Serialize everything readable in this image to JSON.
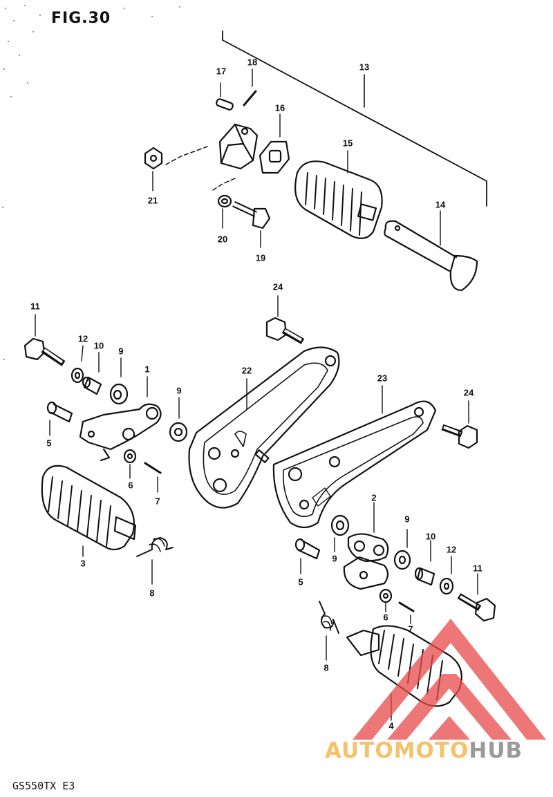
{
  "figure": {
    "title": "FIG.30",
    "model": "GS550TX  E3"
  },
  "callouts": {
    "c13": "13",
    "c17": "17",
    "c18": "18",
    "c16": "16",
    "c15": "15",
    "c14": "14",
    "c21": "21",
    "c20": "20",
    "c19": "19",
    "c24a": "24",
    "c24b": "24",
    "c11a": "11",
    "c12a": "12",
    "c10a": "10",
    "c9a": "9",
    "c1": "1",
    "c9b": "9",
    "c22": "22",
    "c23": "23",
    "c5a": "5",
    "c6a": "6",
    "c7a": "7",
    "c3": "3",
    "c8a": "8",
    "c2": "2",
    "c9c": "9",
    "c9d": "9",
    "c10b": "10",
    "c12b": "12",
    "c11b": "11",
    "c5b": "5",
    "c6b": "6",
    "c7b": "7",
    "c8b": "8",
    "c4": "4"
  },
  "watermark": {
    "part1": "AUTOMOTO",
    "part2": "HUB",
    "color1": "#f5c16b",
    "color2": "#9a9a9a",
    "logo_color": "#e84a4a"
  }
}
